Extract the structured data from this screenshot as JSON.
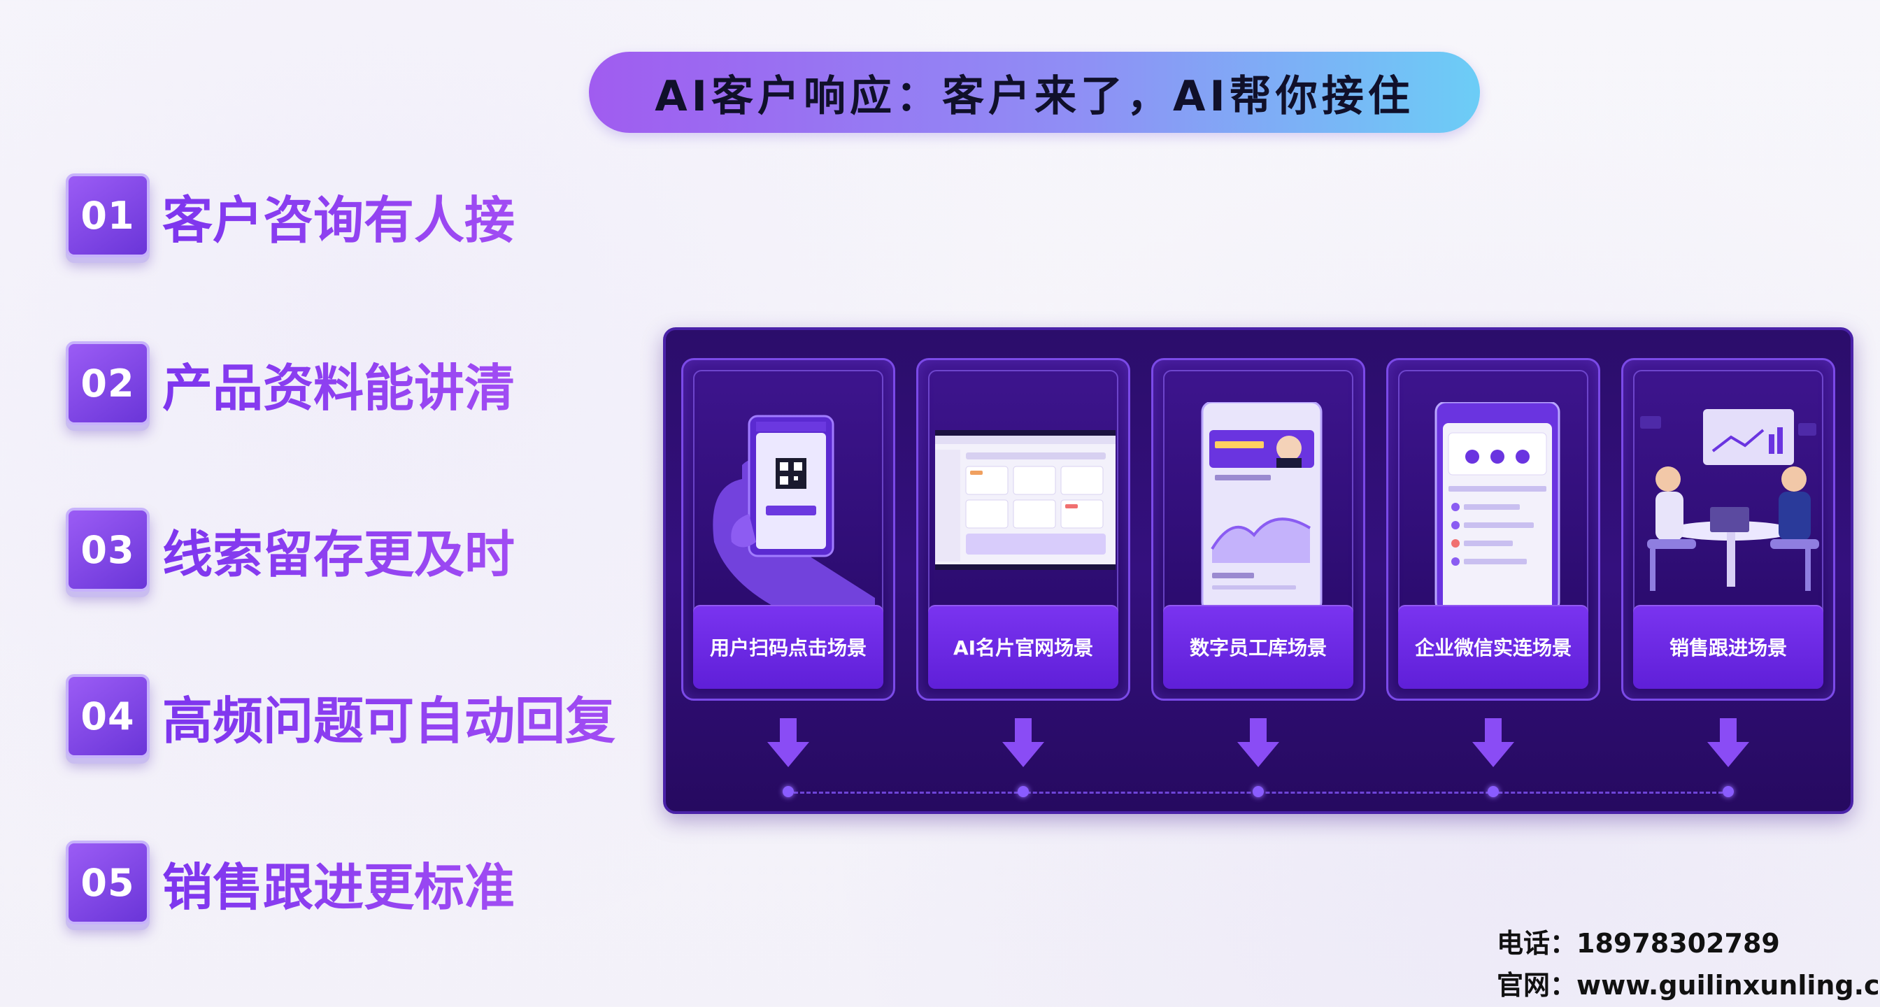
{
  "title": "AI客户响应：客户来了，AI帮你接住",
  "items": [
    {
      "num": "01",
      "label": "客户咨询有人接"
    },
    {
      "num": "02",
      "label": "产品资料能讲清"
    },
    {
      "num": "03",
      "label": "线索留存更及时"
    },
    {
      "num": "04",
      "label": "高频问题可自动回复"
    },
    {
      "num": "05",
      "label": "销售跟进更标准"
    }
  ],
  "scenes": [
    {
      "label": "用户扫码点击场景",
      "icon": "qr-phone-icon"
    },
    {
      "label": "AI名片官网场景",
      "icon": "laptop-dashboard-icon"
    },
    {
      "label": "数字员工库场景",
      "icon": "phone-digital-staff-icon"
    },
    {
      "label": "企业微信实连场景",
      "icon": "phone-wechat-icon"
    },
    {
      "label": "销售跟进场景",
      "icon": "meeting-people-icon"
    }
  ],
  "contact": {
    "phone": "电话：18978302789",
    "website": "官网：www.guilinxunling.cn"
  },
  "colors": {
    "accent": "#8b3ff0",
    "panel": "#2b0d6b",
    "title_gradient_start": "#a05cf0",
    "title_gradient_end": "#6ccdf6"
  }
}
